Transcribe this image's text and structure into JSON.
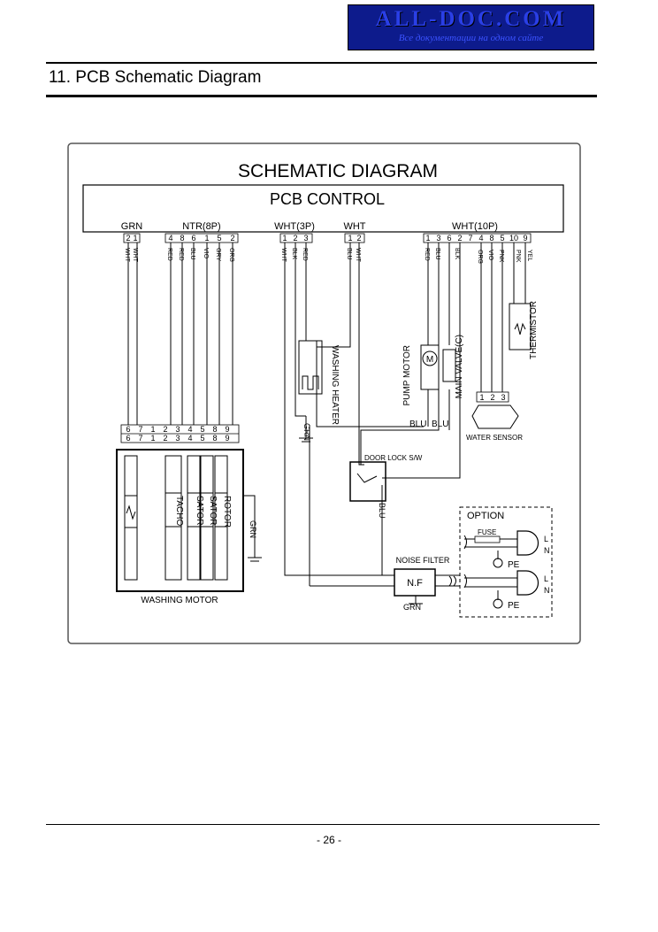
{
  "watermark": {
    "main": "ALL-DOC.COM",
    "sub": "Все документации на одном сайте"
  },
  "section_title": "11.  PCB  Schematic  Diagram",
  "page_number": "- 26 -",
  "diagram": {
    "title": "SCHEMATIC DIAGRAM",
    "board": "PCB CONTROL",
    "connectors": {
      "grn": {
        "label": "GRN",
        "pins": [
          "2",
          "1"
        ]
      },
      "ntr": {
        "label": "NTR(8P)",
        "pins": [
          "4",
          "8",
          "6",
          "1",
          "5",
          "2"
        ]
      },
      "wht3p": {
        "label": "WHT(3P)",
        "pins": [
          "1",
          "2",
          "3"
        ]
      },
      "wht": {
        "label": "WHT",
        "pins": [
          "1",
          "2"
        ]
      },
      "wht10p": {
        "label": "WHT(10P)",
        "pins": [
          "1",
          "3",
          "6",
          "2",
          "7",
          "4",
          "8",
          "5",
          "10",
          "9"
        ]
      }
    },
    "wire_labels": [
      "WHT",
      "WHT",
      "RED",
      "RED",
      "BLU",
      "VIO",
      "GRY",
      "ORG",
      "WHT",
      "BLK",
      "RED",
      "BLU",
      "WHT",
      "RED",
      "BLU",
      "BLK",
      "ORG",
      "VIO",
      "PNK",
      "PNK",
      "YEL"
    ],
    "motor_connector_pins": [
      "6",
      "7",
      "1",
      "2",
      "3",
      "4",
      "5",
      "8",
      "9"
    ],
    "components": {
      "washing_heater": "WASHING HEATER",
      "pump_motor": "PUMP MOTOR",
      "main_valve": "MAIN VALVE(C)",
      "thermistor": "THERMISTOR",
      "water_sensor": "WATER SENSOR",
      "door_lock": "DOOR LOCK S/W",
      "noise_filter": "NOISE FILTER",
      "nf": "N.F",
      "washing_motor": "WASHING MOTOR",
      "tacho": "TACHO",
      "sator1": "SATOR",
      "sator2": "SATOR",
      "rotor": "ROTOR",
      "option": "OPTION",
      "fuse": "FUSE",
      "pe1": "PE",
      "pe2": "PE",
      "l1": "L",
      "n1": "N",
      "l2": "L",
      "n2": "N",
      "m": "M"
    },
    "sensor_pins": [
      "1",
      "2",
      "3"
    ],
    "misc_labels": {
      "blu_pump": "BLU",
      "blu_valve": "BLU",
      "grn_heater": "GRN",
      "grn_motor": "GRN",
      "blu_door": "BLU",
      "grn_nf": "GRN"
    }
  }
}
